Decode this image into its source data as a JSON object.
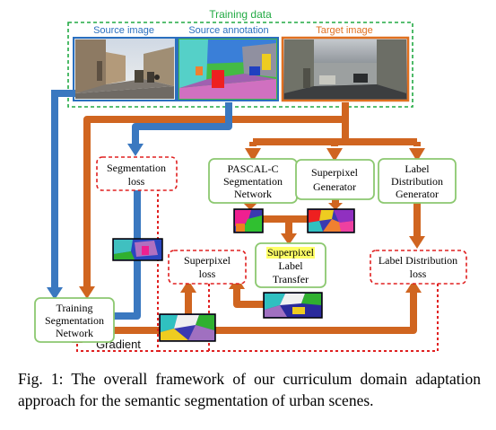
{
  "training_data": {
    "title": "Training data",
    "source_image": "Source image",
    "source_annotation": "Source annotation",
    "target_image": "Target image"
  },
  "modules": {
    "pascal_c": [
      "PASCAL-C",
      "Segmentation",
      "Network"
    ],
    "superpixel_generator": [
      "Superpixel",
      "Generator"
    ],
    "label_dist_generator": [
      "Label",
      "Distribution",
      "Generator"
    ],
    "label_transfer": [
      "Superpixel",
      "Label",
      "Transfer"
    ],
    "training_net": [
      "Training",
      "Segmentation",
      "Network"
    ]
  },
  "losses": {
    "segmentation": [
      "Segmentation",
      "loss"
    ],
    "superpixel": [
      "Superpixel",
      "loss"
    ],
    "label_distribution": [
      "Label Distribution",
      "loss"
    ]
  },
  "gradient_label": "Gradient",
  "colors": {
    "training_data_border": "#22aa44",
    "training_data_title": "#22aa44",
    "source_title": "#2a6fbf",
    "target_title": "#e07020",
    "target_border": "#e07020",
    "blue_arrow": "#3a78c0",
    "orange_arrow": "#d06520",
    "loss_border": "#e02020",
    "module_border": "#8cc870",
    "highlight": "#ffff66"
  },
  "caption": "Fig. 1: The overall framework of our curriculum domain adaptation approach for the semantic segmentation of urban scenes."
}
